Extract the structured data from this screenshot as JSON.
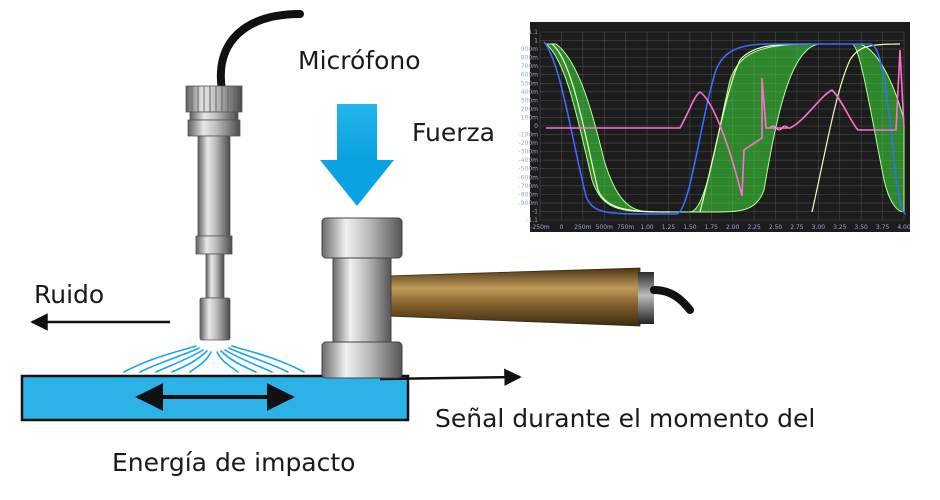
{
  "labels": {
    "microphone": "Micrófono",
    "force": "Fuerza",
    "noise": "Ruido",
    "signal": "Señal durante el momento del",
    "impact_energy": "Energía de impacto"
  },
  "oscilloscope": {
    "x_ticks": [
      "-250m",
      "0",
      "250m",
      "500m",
      "750m",
      "1.00",
      "1.25",
      "1.50",
      "1.75",
      "2.00",
      "2.25",
      "2.50",
      "2.75",
      "3.00",
      "3.25",
      "3.50",
      "3.75",
      "4.00"
    ],
    "y_ticks": [
      "1.1",
      "1",
      "900m",
      "800m",
      "700m",
      "600m",
      "500m",
      "400m",
      "300m",
      "200m",
      "100m",
      "0",
      "-100m",
      "-200m",
      "-300m",
      "-400m",
      "-500m",
      "-600m",
      "-700m",
      "-800m",
      "-900m",
      "-1",
      "-1.1"
    ]
  },
  "colors": {
    "plate": "#2bb3e8",
    "force_arrow": "#10b0ec",
    "handle": "#7d5a28",
    "trace_green": "#3ee03a",
    "trace_blue": "#3a6bff",
    "trace_pink": "#ff6fd0",
    "scope_bg": "#1c1c1c"
  }
}
